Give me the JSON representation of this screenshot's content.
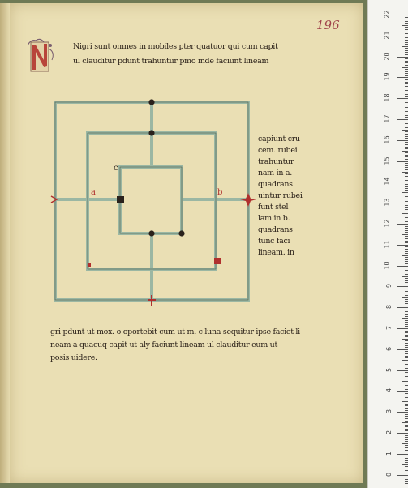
{
  "page": {
    "folio": "196"
  },
  "text": {
    "line_1": "Nigri sunt omnes in mobiles pter quatuor qui cum capit",
    "line_2": "ul clauditur pdunt trahuntur pmo inde faciunt lineam",
    "side_lines": [
      "capiunt cru",
      "cem. rubei",
      "trahuntur",
      "nam in a.",
      "quadrans",
      "uintur rubei",
      "funt stel",
      "lam in b.",
      "quadrans",
      "tunc faci",
      "lineam. in"
    ],
    "bottom_lines": [
      "gri pdunt ut mox. o oportebit cum ut m. c luna sequitur ipse faciet li",
      "neam a quacuq capit ut aly faciunt lineam ul clauditur eum ut",
      "posis uidere."
    ]
  },
  "diagram": {
    "label_a": "a",
    "label_b": "b",
    "label_c": "c",
    "line_color": "#9bb7a3",
    "black_piece_color": "#2a221c",
    "red_piece_color": "#b0302e"
  },
  "ruler": {
    "numbers": [
      "22",
      "21",
      "20",
      "19",
      "18",
      "17",
      "16",
      "15",
      "14",
      "13",
      "12",
      "11",
      "10",
      "9",
      "8",
      "7",
      "6",
      "5",
      "4",
      "3",
      "2",
      "1",
      "0"
    ]
  }
}
